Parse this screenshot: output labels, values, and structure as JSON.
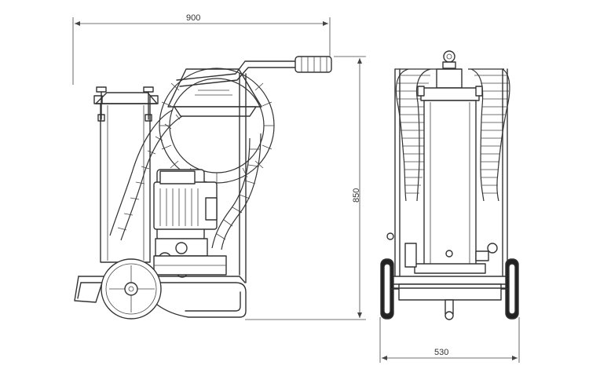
{
  "dimensions": {
    "width_label": "900",
    "height_label": "850",
    "depth_label": "530"
  }
}
